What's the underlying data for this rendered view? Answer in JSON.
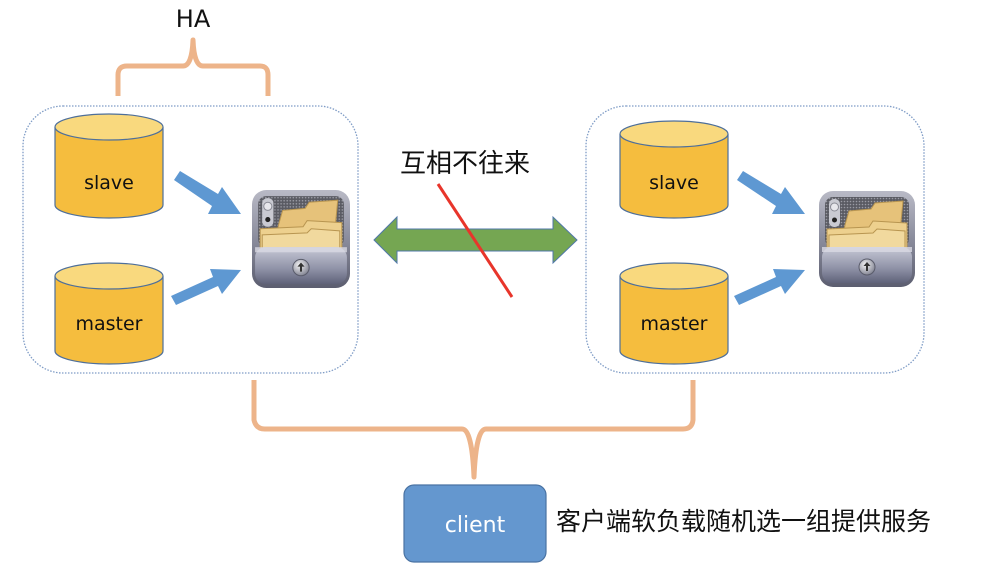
{
  "diagram": {
    "ha_label": "HA",
    "no_contact_label": "互相不往来",
    "client_label": "client",
    "client_caption": "客户端软负载随机选一组提供服务",
    "groups": [
      {
        "name": "left-group",
        "db_top": "slave",
        "db_bottom": "master",
        "storage_icon": "storage-drawer-icon"
      },
      {
        "name": "right-group",
        "db_top": "slave",
        "db_bottom": "master",
        "storage_icon": "storage-drawer-icon"
      }
    ],
    "colors": {
      "brace": "#edb48a",
      "group_border": "#7f9cc6",
      "db_fill": "#f5bd3e",
      "db_top": "#f9d97e",
      "db_stroke": "#4e6f9a",
      "arrow_blue": "#5e98d2",
      "double_arrow": "#75a652",
      "double_arrow_stroke": "#4f77a8",
      "cross_line": "#e8352b",
      "client_fill": "#6497cf",
      "client_stroke": "#4a73a3"
    }
  }
}
